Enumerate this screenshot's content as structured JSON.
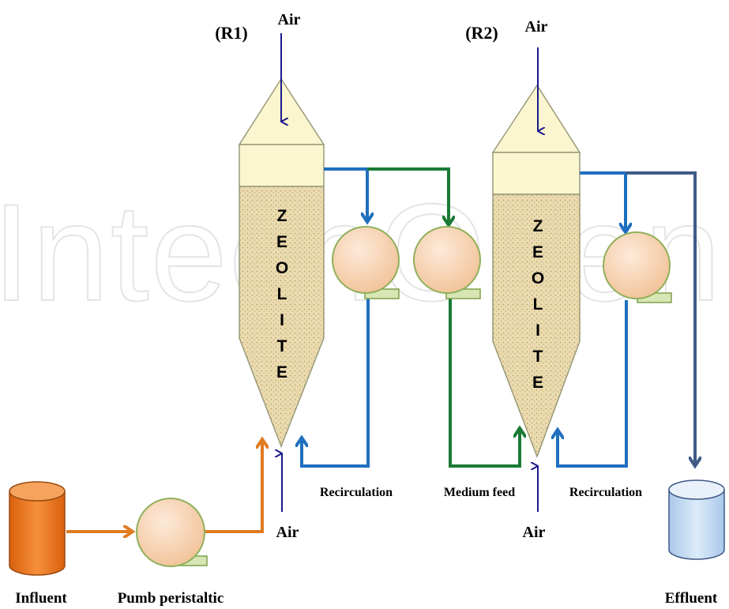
{
  "reactors": [
    {
      "tag": "(R1)",
      "air_top": "Air",
      "air_bottom": "Air",
      "media_letters": [
        "Z",
        "E",
        "O",
        "L",
        "I",
        "T",
        "E"
      ]
    },
    {
      "tag": "(R2)",
      "air_top": "Air",
      "air_bottom": "Air",
      "media_letters": [
        "Z",
        "E",
        "O",
        "L",
        "I",
        "T",
        "E"
      ]
    }
  ],
  "labels": {
    "recirculation_r1": "Recirculation",
    "medium_feed": "Medium feed",
    "recirculation_r2": "Recirculation",
    "influent": "Influent",
    "pump": "Pumb peristaltic",
    "effluent": "Effluent"
  },
  "watermark": "IntechOpen",
  "colors": {
    "orange_line": "#e07b22",
    "blue_line": "#1f6fbf",
    "green_line": "#1a7a35",
    "slate_line": "#3f5a86",
    "air_arrow": "#1a1a8c",
    "pump_fill": "#f7d5b5",
    "reactor_head": "#fbf6cf",
    "media_fill": "#e8d7a8",
    "influent_tank": "#f07a1c",
    "effluent_tank": "#c6dcf2"
  }
}
